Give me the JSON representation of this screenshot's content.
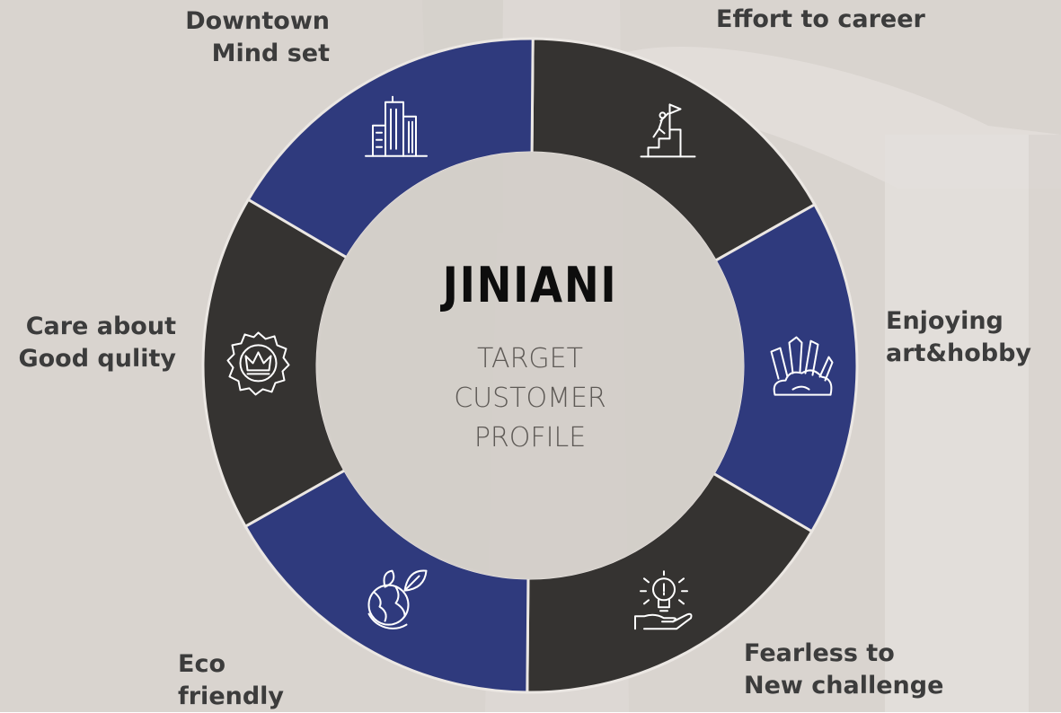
{
  "center": {
    "brand": "JINIANI",
    "subtitle_lines": [
      "TARGET",
      "CUSTOMER",
      "PROFILE"
    ]
  },
  "segments": [
    {
      "lines": [
        "Effort to career"
      ],
      "icon": "climbing-summit-icon",
      "color": "#353331"
    },
    {
      "lines": [
        "Enjoying",
        "art&hobby"
      ],
      "icon": "art-supplies-icon",
      "color": "#2f3a7d"
    },
    {
      "lines": [
        "Fearless to",
        "New challenge"
      ],
      "icon": "lightbulb-hand-icon",
      "color": "#353331"
    },
    {
      "lines": [
        "Eco",
        "friendly"
      ],
      "icon": "eco-globe-icon",
      "color": "#2f3a7d"
    },
    {
      "lines": [
        "Care about",
        "Good qulity"
      ],
      "icon": "quality-badge-crown-icon",
      "color": "#353331"
    },
    {
      "lines": [
        "Downtown",
        "Mind set"
      ],
      "icon": "city-buildings-icon",
      "color": "#2f3a7d"
    }
  ],
  "colors": {
    "background": "#d9d4cf",
    "ring_center_fill": "#d3cec9",
    "divider": "#ebe7e3",
    "icon_stroke": "#ffffff",
    "label_text": "#3c3c3c"
  }
}
